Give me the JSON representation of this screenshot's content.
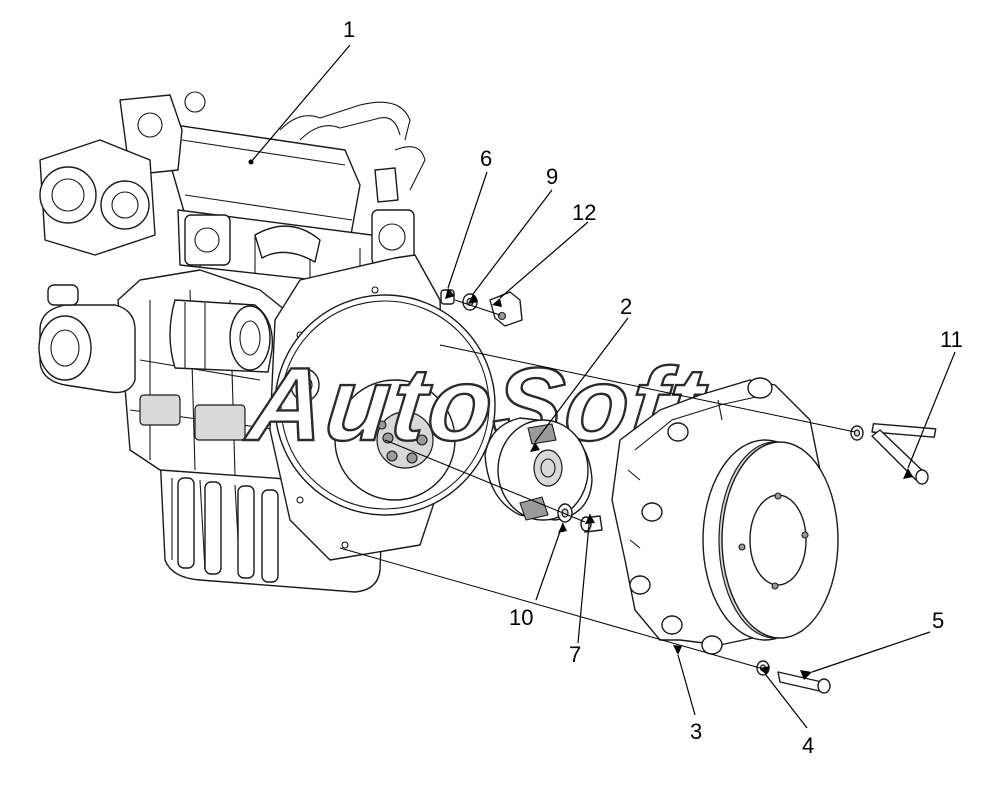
{
  "watermark": "AutoSoft",
  "callouts": [
    {
      "id": "1",
      "label": "1"
    },
    {
      "id": "2",
      "label": "2"
    },
    {
      "id": "3",
      "label": "3"
    },
    {
      "id": "4",
      "label": "4"
    },
    {
      "id": "5",
      "label": "5"
    },
    {
      "id": "6",
      "label": "6"
    },
    {
      "id": "7",
      "label": "7"
    },
    {
      "id": "9",
      "label": "9"
    },
    {
      "id": "10",
      "label": "10"
    },
    {
      "id": "11",
      "label": "11"
    },
    {
      "id": "12",
      "label": "12"
    }
  ],
  "colors": {
    "line": "#1a1a1a",
    "background": "#ffffff",
    "shade": "#d9d9d9"
  }
}
